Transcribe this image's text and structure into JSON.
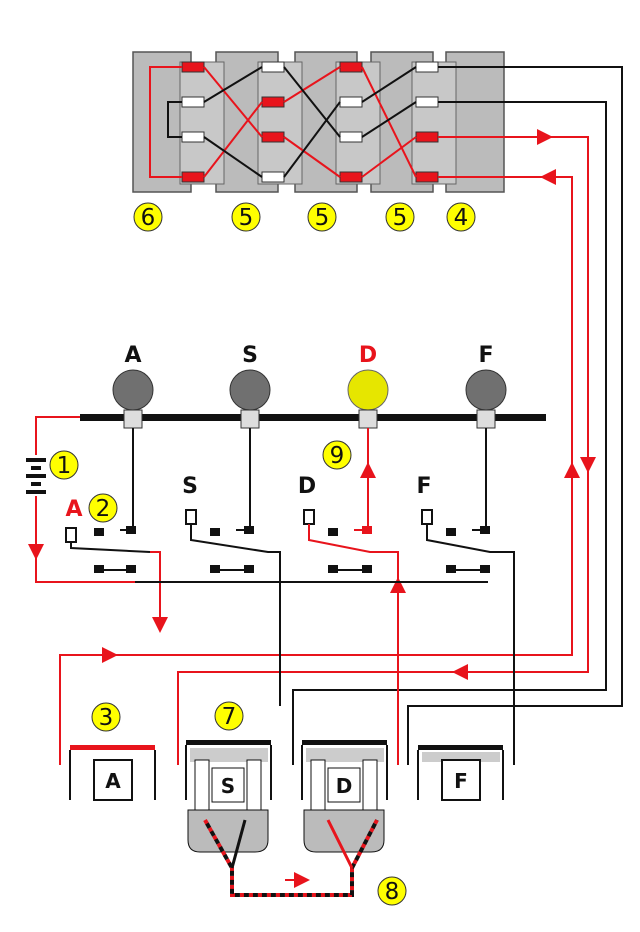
{
  "colors": {
    "active": "#e8141c",
    "wire": "#111111",
    "marker": "#ffff00",
    "lamp_lit": "#e6e600",
    "lamp_off": "#707070",
    "block_fill": "#bbbbbb"
  },
  "markers": [
    "1",
    "2",
    "3",
    "4",
    "5",
    "5",
    "5",
    "6",
    "7",
    "8",
    "9"
  ],
  "lamps": [
    {
      "label": "A",
      "lit": false
    },
    {
      "label": "S",
      "lit": false
    },
    {
      "label": "D",
      "lit": true
    },
    {
      "label": "F",
      "lit": false
    }
  ],
  "switch_labels": [
    "A",
    "S",
    "D",
    "F"
  ],
  "key_labels": [
    "A",
    "S",
    "D",
    "F"
  ]
}
